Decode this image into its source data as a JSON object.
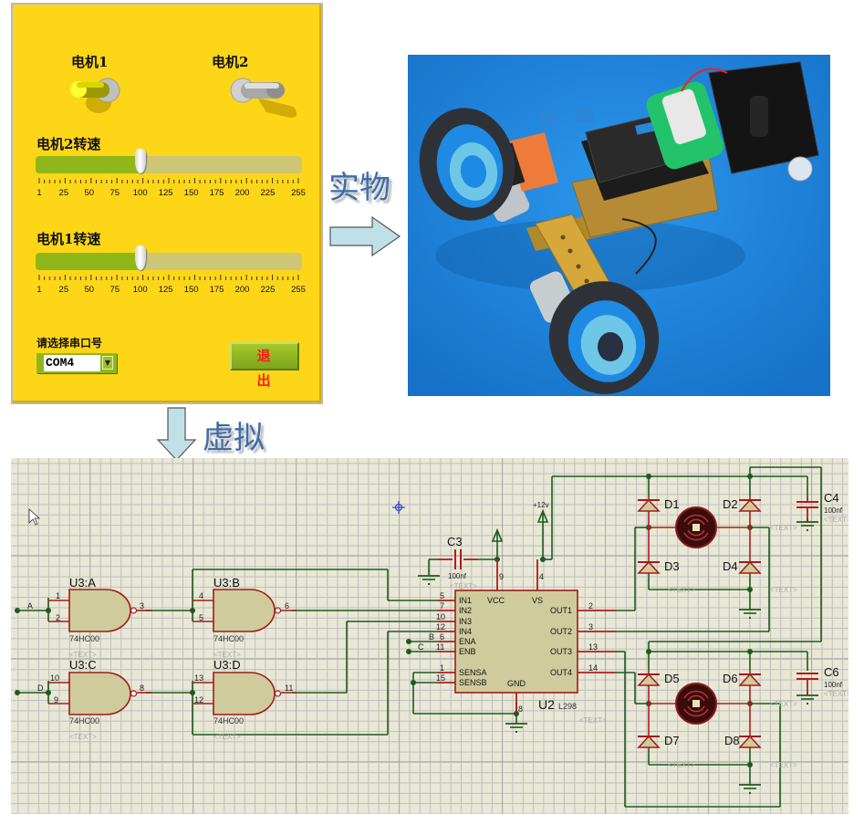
{
  "panel": {
    "bg_color": "#fdd617",
    "switch1": {
      "label": "电机1",
      "state": "on"
    },
    "switch2": {
      "label": "电机2",
      "state": "off"
    },
    "slider_motor2": {
      "label": "电机2转速",
      "value": 100,
      "min": 1,
      "max": 255,
      "tick_labels": [
        "1",
        "25",
        "50",
        "75",
        "100",
        "125",
        "150",
        "175",
        "200",
        "225",
        "255"
      ]
    },
    "slider_motor1": {
      "label": "电机1转速",
      "value": 100,
      "min": 1,
      "max": 255,
      "tick_labels": [
        "1",
        "25",
        "50",
        "75",
        "100",
        "125",
        "150",
        "175",
        "200",
        "225",
        "255"
      ]
    },
    "serial_label": "请选择串口号",
    "serial_value": "COM4",
    "exit_label": "退 出"
  },
  "captions": {
    "real": "实物",
    "virtual": "虚拟"
  },
  "photo": {
    "subject": "robot-car-with-motor-shield",
    "bg_color": "#1e8ae4"
  },
  "schematic": {
    "gates": [
      {
        "ref": "U3:A",
        "part": "74HC00",
        "pins": [
          "1",
          "2",
          "3"
        ],
        "net_in": "A"
      },
      {
        "ref": "U3:B",
        "part": "74HC00",
        "pins": [
          "4",
          "5",
          "6"
        ]
      },
      {
        "ref": "U3:C",
        "part": "74HC00",
        "pins": [
          "10",
          "9",
          "8"
        ],
        "net_in": "D"
      },
      {
        "ref": "U3:D",
        "part": "74HC00",
        "pins": [
          "13",
          "12",
          "11"
        ]
      }
    ],
    "text_placeholder": "<TEXT>",
    "driver": {
      "ref": "U2",
      "part": "L298",
      "left_pins": [
        {
          "num": "5",
          "name": "IN1"
        },
        {
          "num": "7",
          "name": "IN2"
        },
        {
          "num": "10",
          "name": "IN3"
        },
        {
          "num": "12",
          "name": "IN4"
        },
        {
          "num": "6",
          "name": "ENA",
          "net": "B"
        },
        {
          "num": "11",
          "name": "ENB",
          "net": "C"
        },
        {
          "num": "1",
          "name": "SENSA"
        },
        {
          "num": "15",
          "name": "SENSB"
        }
      ],
      "right_pins": [
        {
          "num": "2",
          "name": "OUT1"
        },
        {
          "num": "3",
          "name": "OUT2"
        },
        {
          "num": "13",
          "name": "OUT3"
        },
        {
          "num": "14",
          "name": "OUT4"
        }
      ],
      "top_pins": [
        {
          "num": "9",
          "name": "VCC"
        },
        {
          "num": "4",
          "name": "VS"
        }
      ],
      "bottom_pin": {
        "num": "8",
        "name": "GND"
      }
    },
    "power_label": "+12v",
    "capacitors": [
      {
        "ref": "C3",
        "value": "100nf"
      },
      {
        "ref": "C4",
        "value": "100nf"
      },
      {
        "ref": "C6",
        "value": "100nf"
      }
    ],
    "diodes": [
      "D1",
      "D2",
      "D3",
      "D4",
      "D5",
      "D6",
      "D7",
      "D8"
    ],
    "colors": {
      "wire": "#1d5a1d",
      "pin": "#b01c1c",
      "body": "#cfcb9c",
      "grid_bg": "#e9e8d6"
    }
  }
}
